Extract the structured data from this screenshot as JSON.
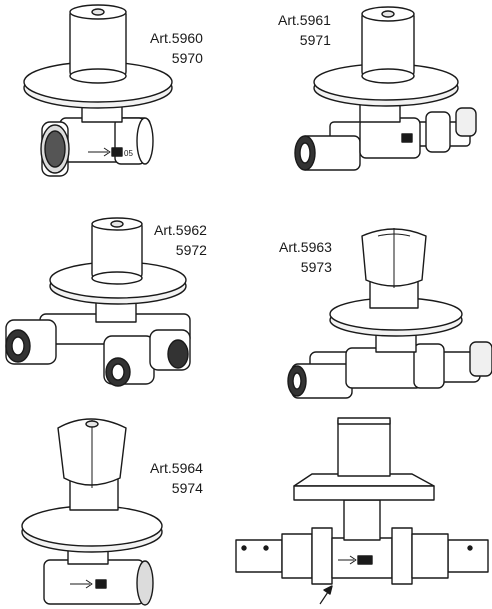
{
  "catalog": {
    "items": [
      {
        "art": "Art.5960",
        "code2": "5970",
        "illustration": "valve-female-threaded-round-knob"
      },
      {
        "art": "Art.5961",
        "code2": "5971",
        "illustration": "valve-press-fit-round-knob"
      },
      {
        "art": "Art.5962",
        "code2": "5972",
        "illustration": "valve-angled-press-fit-round-knob"
      },
      {
        "art": "Art.5963",
        "code2": "5973",
        "illustration": "valve-press-fit-triangular-knob"
      },
      {
        "art": "Art.5964",
        "code2": "5974",
        "illustration": "valve-female-threaded-triangular-knob"
      },
      {
        "art": "",
        "code2": "",
        "illustration": "valve-press-fit-front-view"
      }
    ],
    "body_marking": "05",
    "colors": {
      "line": "#1a1a1a",
      "fill": "#ffffff",
      "shade": "#e6e6e6"
    }
  }
}
